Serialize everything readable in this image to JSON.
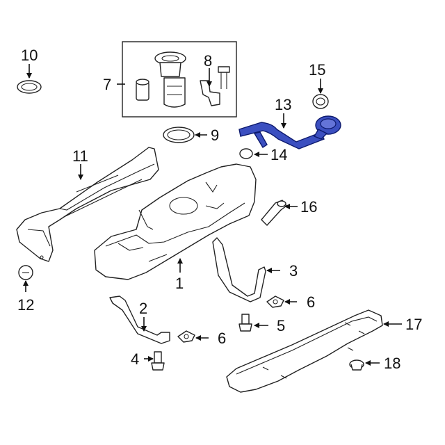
{
  "callouts": {
    "c1": "1",
    "c2": "2",
    "c3": "3",
    "c4": "4",
    "c5": "5",
    "c6a": "6",
    "c6b": "6",
    "c7": "7",
    "c8": "8",
    "c9": "9",
    "c10": "10",
    "c11": "11",
    "c12": "12",
    "c13": "13",
    "c14": "14",
    "c15": "15",
    "c16": "16",
    "c17": "17",
    "c18": "18"
  },
  "colors": {
    "highlight": "#3b4fc0",
    "line": "#222222",
    "background": "#ffffff"
  }
}
